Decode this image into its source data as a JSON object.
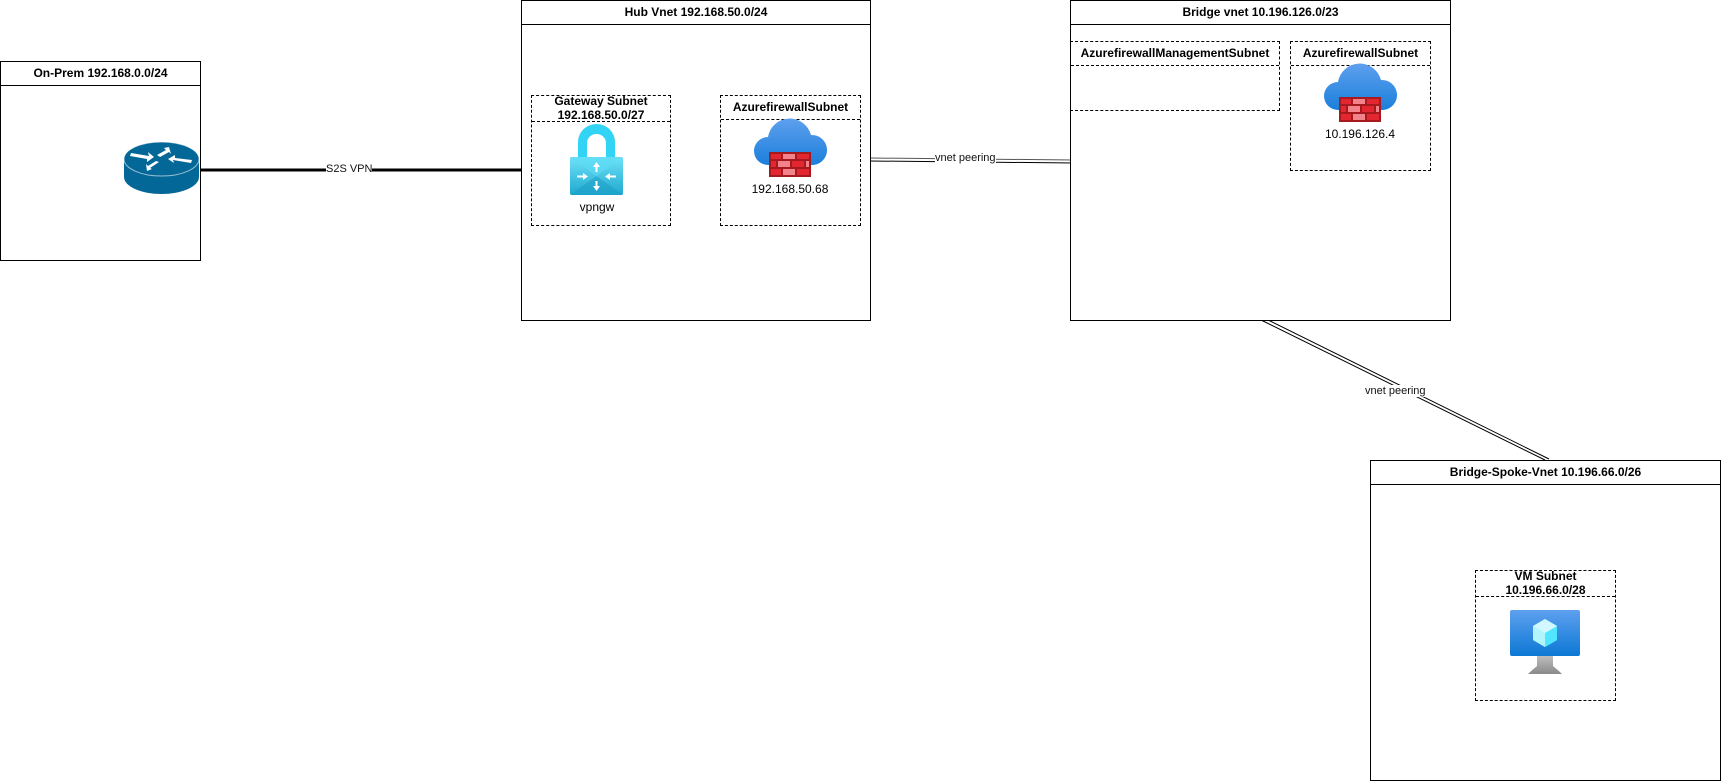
{
  "diagram": {
    "type": "azure-network-topology",
    "containers": {
      "onprem": {
        "title": "On-Prem 192.168.0.0/24"
      },
      "hub": {
        "title": "Hub Vnet 192.168.50.0/24"
      },
      "bridge": {
        "title": "Bridge vnet 10.196.126.0/23"
      },
      "spoke": {
        "title": "Bridge-Spoke-Vnet  10.196.66.0/26"
      }
    },
    "subnets": {
      "gateway": {
        "title_line1": "Gateway Subnet",
        "title_line2": "192.168.50.0/27"
      },
      "hub_firewall": {
        "title": "AzurefirewallSubnet"
      },
      "bridge_mgmt": {
        "title": "AzurefirewallManagementSubnet"
      },
      "bridge_firewall": {
        "title": "AzurefirewallSubnet"
      },
      "vm": {
        "title_line1": "VM Subnet",
        "title_line2": "10.196.66.0/28"
      }
    },
    "nodes": {
      "router": {
        "icon": "router-icon",
        "label": ""
      },
      "vpngw": {
        "icon": "vpn-gateway-icon",
        "label": "vpngw"
      },
      "hub_firewall": {
        "icon": "azure-firewall-icon",
        "label": "192.168.50.68"
      },
      "bridge_firewall": {
        "icon": "azure-firewall-icon",
        "label": "10.196.126.4"
      },
      "vm": {
        "icon": "virtual-machine-icon",
        "label": ""
      }
    },
    "edges": [
      {
        "from": "router",
        "to": "vpngw",
        "label": "S2S VPN",
        "style": "thick"
      },
      {
        "from": "hub",
        "to": "bridge",
        "label": "vnet peering",
        "style": "double"
      },
      {
        "from": "bridge",
        "to": "spoke",
        "label": "vnet peering",
        "style": "double"
      }
    ],
    "colors": {
      "router": "#036797",
      "vpn_lock": "#32D4F5",
      "cloud": "#3F93E6",
      "firewall": "#D7262E",
      "vm_screen": "#1B83DC"
    }
  }
}
